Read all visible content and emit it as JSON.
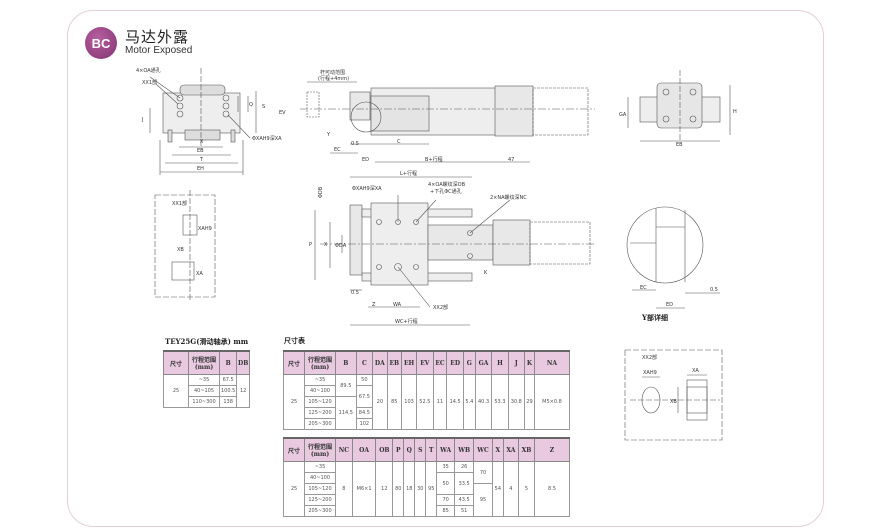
{
  "header": {
    "badge": "BC",
    "title_cn": "马达外露",
    "title_en": "Motor Exposed"
  },
  "drawings": {
    "front": {
      "hole": "4×OA通孔",
      "xx1": "XX1部",
      "q": "Q",
      "s": "S",
      "ev": "EV",
      "j": "J",
      "x": "X",
      "eb": "EB",
      "t": "T",
      "eh": "EH",
      "xa": "ΦXAH9深XA"
    },
    "side": {
      "range": "杆可动范围",
      "range2": "(行程+4mm)",
      "y": "Y",
      "ec": "EC",
      "d05": "0.5",
      "c": "C",
      "ed": "ED",
      "b": "B+行程",
      "d47": "47"
    },
    "rear": {
      "ga": "GA",
      "h": "H",
      "eb": "EB"
    },
    "xx1": {
      "title": "XX1部",
      "xa": "XAH9",
      "xb": "XB",
      "xa2": "XA"
    },
    "top": {
      "l": "L+行程",
      "db": "ΦDB",
      "xa": "ΦXAH9深XA",
      "oa": "4×OA螺纹深OB",
      "oa2": "+下孔ΦC通孔",
      "na": "2×NA螺纹深NC",
      "p": "P",
      "x": "X",
      "da": "ΦDA",
      "k": "K",
      "d05": "0.5",
      "z": "Z",
      "wa": "WA",
      "xx2": "XX2部",
      "wc": "WC+行程"
    },
    "ydetail": {
      "ec": "EC",
      "d05": "0.5",
      "ed": "ED",
      "caption": "Y部详细"
    },
    "xx2": {
      "title": "XX2部",
      "xah": "XAH9",
      "xa": "XA",
      "xb": "XB"
    }
  },
  "table1": {
    "title": "TEY25G(滑动轴承) mm",
    "headers": [
      "尺寸",
      "行程范围\n(mm)",
      "B",
      "DB"
    ],
    "size": "25",
    "db": "12",
    "rows": [
      {
        "range": "~35",
        "b": "67.5"
      },
      {
        "range": "40~105",
        "b": "100.5"
      },
      {
        "range": "110~300",
        "b": "138"
      }
    ]
  },
  "table2": {
    "title": "尺寸表",
    "headers": [
      "尺寸",
      "行程范围\n(mm)",
      "B",
      "C",
      "DA",
      "EB",
      "EH",
      "EV",
      "EC",
      "ED",
      "G",
      "GA",
      "H",
      "J",
      "K",
      "NA"
    ],
    "size": "25",
    "ranges": [
      "~35",
      "40~100",
      "105~120",
      "125~200",
      "205~300"
    ],
    "b": [
      "89.5",
      "114.5"
    ],
    "c": [
      "50",
      "67.5",
      "84.5",
      "102"
    ],
    "fixed": [
      "20",
      "85",
      "103",
      "52.5",
      "11",
      "14.5",
      "5.4",
      "40.3",
      "53.3",
      "30.8",
      "29",
      "M5×0.8"
    ]
  },
  "table3": {
    "headers": [
      "尺寸",
      "行程范围\n(mm)",
      "NC",
      "OA",
      "OB",
      "P",
      "Q",
      "S",
      "T",
      "WA",
      "WB",
      "WC",
      "X",
      "XA",
      "XB",
      "Z"
    ],
    "size": "25",
    "ranges": [
      "~35",
      "40~100",
      "105~120",
      "125~200",
      "205~300"
    ],
    "nc": "8",
    "oa": "M6×1",
    "ob": "12",
    "p": "80",
    "q": "18",
    "s": "30",
    "t": "95",
    "wa": [
      "35",
      "50",
      "70",
      "85"
    ],
    "wb": [
      "26",
      "33.5",
      "43.5",
      "51"
    ],
    "wc": [
      "70",
      "95"
    ],
    "x": "54",
    "xa": "4",
    "xb": "5",
    "z": "8.5"
  }
}
